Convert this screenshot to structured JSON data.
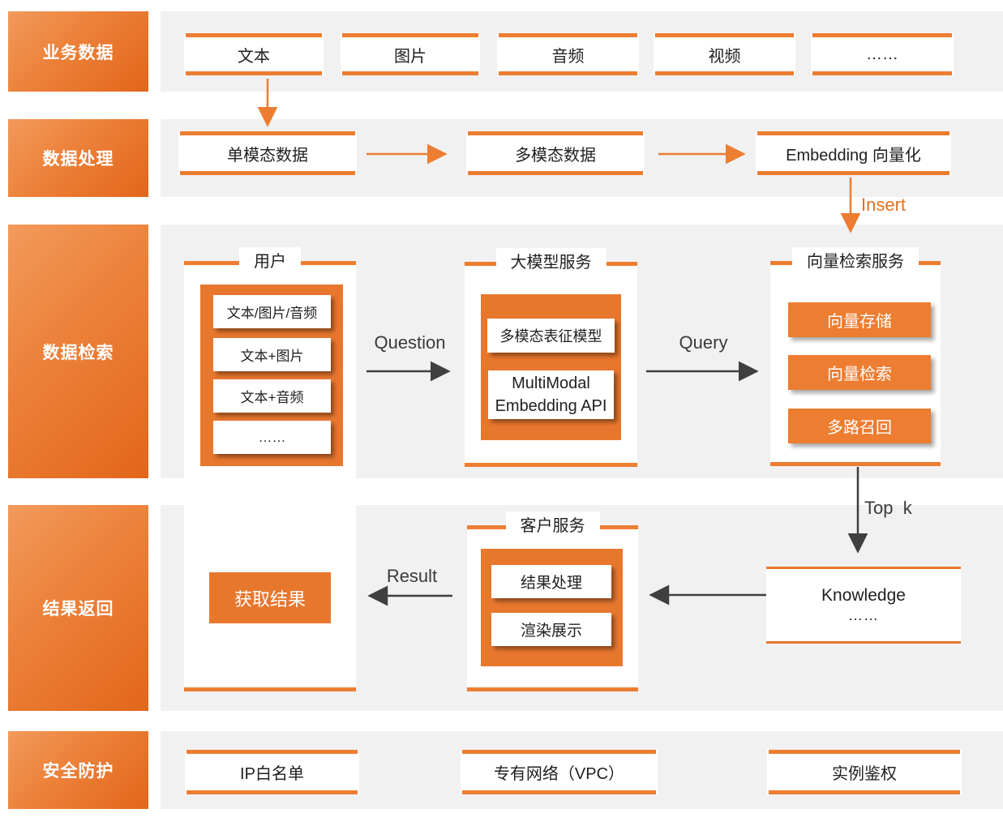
{
  "rows": [
    {
      "label": "业务数据",
      "items": [
        "文本",
        "图片",
        "音频",
        "视频",
        "……"
      ]
    },
    {
      "label": "数据处理",
      "items": [
        "单模态数据",
        "多模态数据",
        "Embedding 向量化"
      ]
    },
    {
      "label": "数据检索"
    },
    {
      "label": "结果返回"
    },
    {
      "label": "安全防护",
      "items": [
        "IP白名单",
        "专有网络（VPC）",
        "实例鉴权"
      ]
    }
  ],
  "user_panel": {
    "title": "用户",
    "items": [
      "文本/图片/音频",
      "文本+图片",
      "文本+音频",
      "……"
    ]
  },
  "llm_panel": {
    "title": "大模型服务",
    "items": [
      "多模态表征模型",
      "MultiModal Embedding API"
    ]
  },
  "vector_panel": {
    "title": "向量检索服务",
    "items": [
      "向量存储",
      "向量检索",
      "多路召回"
    ]
  },
  "client_panel": {
    "title": "客户服务",
    "items": [
      "结果处理",
      "渲染展示"
    ]
  },
  "result_panel": {
    "box": "获取结果"
  },
  "knowledge_box": {
    "line1": "Knowledge",
    "line2": "……"
  },
  "arrow_labels": {
    "insert": "Insert",
    "question": "Question",
    "query": "Query",
    "top_k": "Top  k",
    "result": "Result"
  },
  "colors": {
    "orange": "#ED7D31",
    "band_gray": "#F1F1F1",
    "arrow_dark": "#3F3F3F"
  }
}
